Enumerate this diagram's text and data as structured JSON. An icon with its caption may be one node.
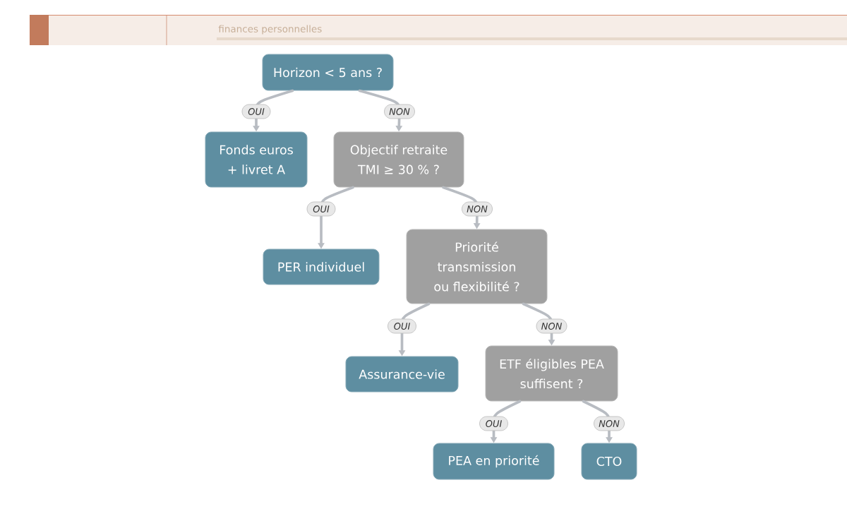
{
  "diagram": {
    "nodes": [
      {
        "text": [
          "Horizon < 5 ans ?"
        ]
      },
      {
        "text": [
          "Fonds euros + livret A"
        ]
      },
      {
        "text": [
          "Objectif retraite TMI ≥ 30 % ?"
        ]
      },
      {
        "text": [
          "PER individuel"
        ]
      },
      {
        "text": [
          "Priorité transmission ou flexibilité ?"
        ]
      },
      {
        "text": [
          "Assurance-vie"
        ]
      },
      {
        "text": [
          "ETF éligibles PEA suffisent ?"
        ]
      },
      {
        "text": [
          "PEA en priorité"
        ]
      },
      {
        "text": [
          "CTO"
        ]
      }
    ],
    "edges": [
      {
        "from": 0,
        "to": 1,
        "arrow": "to",
        "label": "OUI"
      },
      {
        "from": 0,
        "to": 2,
        "arrow": "to",
        "label": "NON"
      },
      {
        "from": 2,
        "to": 3,
        "arrow": "to",
        "label": "OUI"
      },
      {
        "from": 2,
        "to": 4,
        "arrow": "to",
        "label": "NON"
      },
      {
        "from": 4,
        "to": 5,
        "arrow": "to",
        "label": "OUI"
      },
      {
        "from": 4,
        "to": 6,
        "arrow": "to",
        "label": "NON"
      },
      {
        "from": 6,
        "to": 7,
        "arrow": "to",
        "label": "OUI"
      },
      {
        "from": 6,
        "to": 8,
        "arrow": "to",
        "label": "NON"
      }
    ],
    "labels": [
      "finances personnelles"
    ]
  }
}
